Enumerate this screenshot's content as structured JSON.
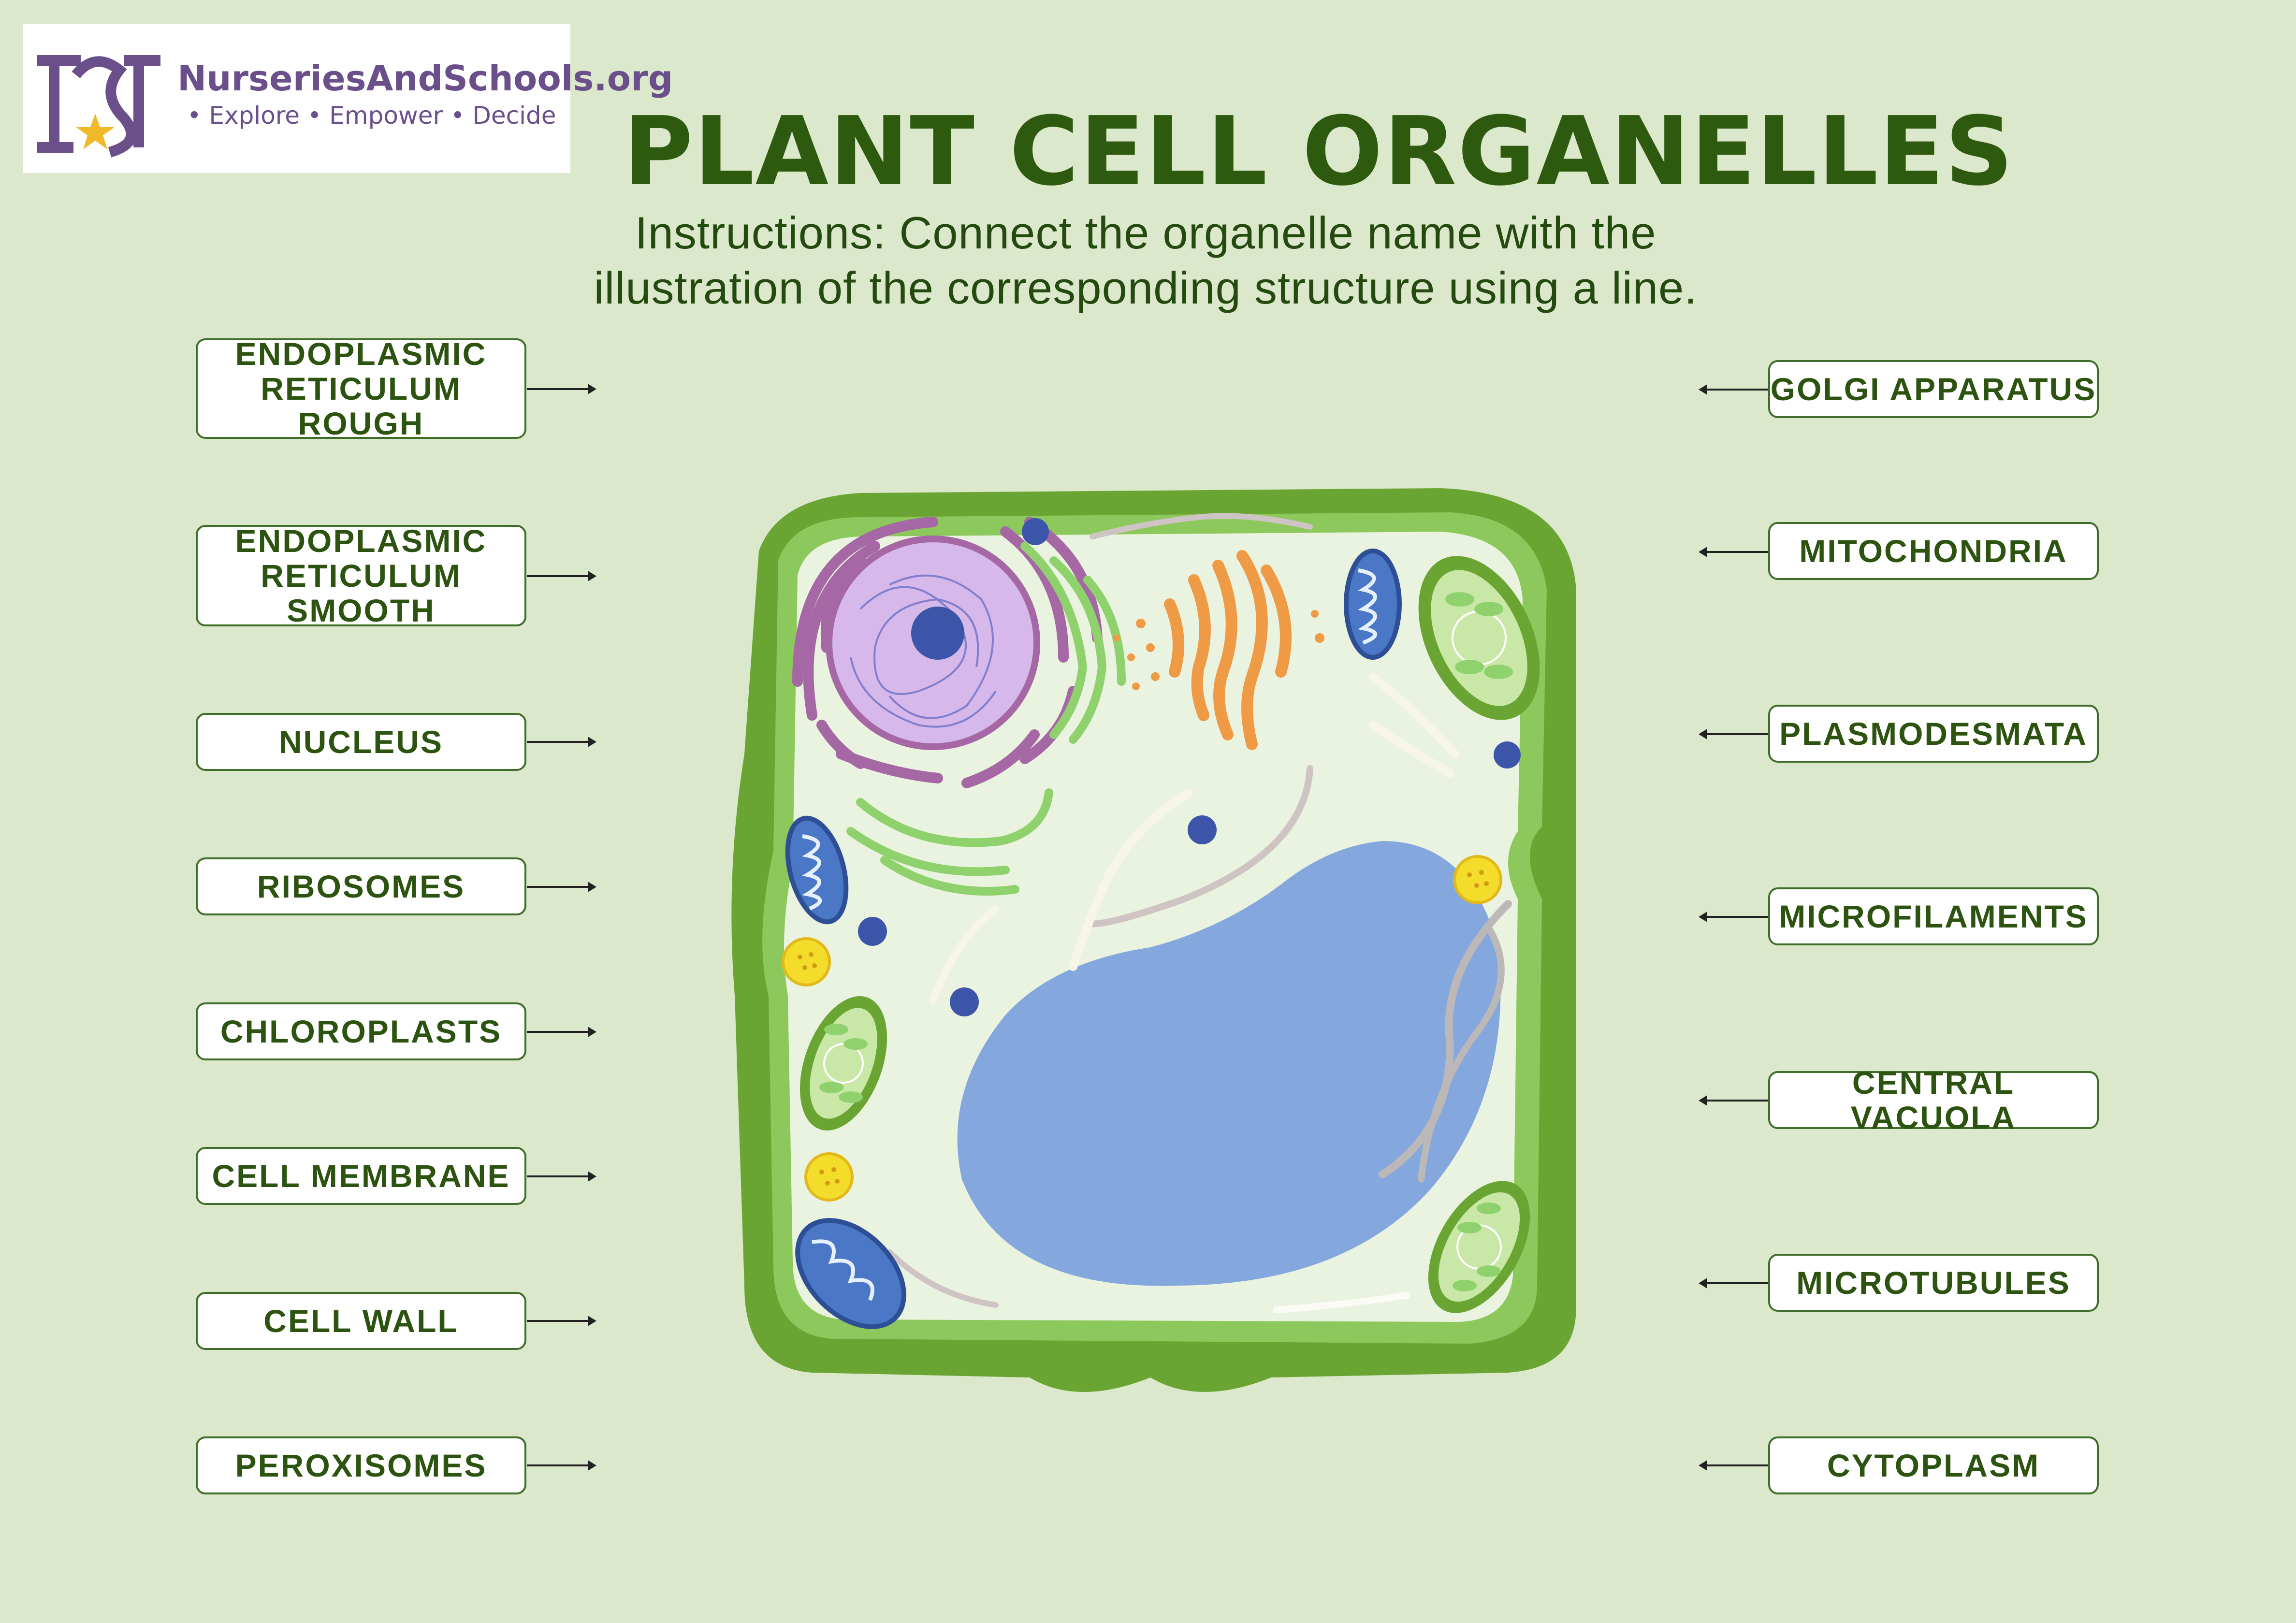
{
  "logo": {
    "name": "NurseriesAndSchools.org",
    "tagline": "•  Explore   •  Empower   •  Decide",
    "mark_text": "NS"
  },
  "title": "PLANT CELL ORGANELLES",
  "instructions": {
    "line1": "Instructions: Connect the organelle name with the",
    "line2": "illustration of the corresponding structure using a line."
  },
  "left_labels": [
    {
      "line1": "ENDOPLASMIC",
      "line2": "RETICULUM ROUGH"
    },
    {
      "line1": "ENDOPLASMIC",
      "line2": "RETICULUM SMOOTH"
    },
    {
      "line1": "NUCLEUS",
      "line2": ""
    },
    {
      "line1": "RIBOSOMES",
      "line2": ""
    },
    {
      "line1": "CHLOROPLASTS",
      "line2": ""
    },
    {
      "line1": "CELL MEMBRANE",
      "line2": ""
    },
    {
      "line1": "CELL WALL",
      "line2": ""
    },
    {
      "line1": "PEROXISOMES",
      "line2": ""
    }
  ],
  "right_labels": [
    "GOLGI APPARATUS",
    "MITOCHONDRIA",
    "PLASMODESMATA",
    "MICROFILAMENTS",
    "CENTRAL VACUOLA",
    "MICROTUBULES",
    "CYTOPLASM"
  ],
  "colors": {
    "background": "#dce8cc",
    "title": "#2e5a10",
    "cell_wall": "#6aa534",
    "cytoplasm": "#eaf3df",
    "vacuole": "#84a7dd",
    "nucleus": "#d7b8ea",
    "golgi": "#ef9a45",
    "rough_er": "#a668a4",
    "smooth_er": "#8fd26d",
    "ribosome": "#3d55a8",
    "peroxisome": "#f3dc2a"
  }
}
